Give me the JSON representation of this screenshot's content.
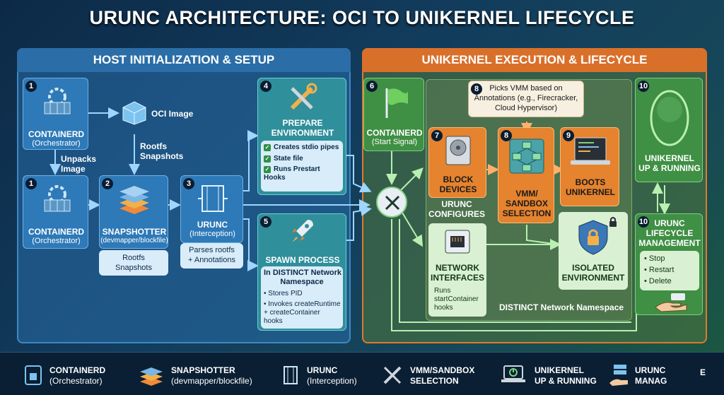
{
  "title": "URUNC ARCHITECTURE: OCI TO UNIKERNEL LIFECYCLE",
  "host_header": "HOST INITIALIZATION & SETUP",
  "unikernel_header": "UNIKERNEL EXECUTION & LIFECYCLE",
  "nodes": {
    "containerd_top": {
      "num": "1",
      "name": "CONTAINERD",
      "sub": "(Orchestrator)"
    },
    "oci_image": {
      "label": "OCI Image"
    },
    "rootfs_snapshots_label": "Rootfs\nSnapshots",
    "unpacks_image": "Unpacks\nImage",
    "containerd_bottom": {
      "num": "1",
      "name": "CONTAINERD",
      "sub": "(Orchestrator)"
    },
    "snapshotter": {
      "num": "2",
      "name": "SNAPSHOTTER",
      "sub": "(devmapper/blockfile)",
      "note": "Rootfs\nSnapshots"
    },
    "urunc": {
      "num": "3",
      "name": "URUNC",
      "sub": "(Interception)",
      "note": "Parses rootfs\n+ Annotations"
    },
    "prepare": {
      "num": "4",
      "name": "PREPARE\nENVIRONMENT",
      "items": [
        "Creates stdio pipes",
        "State file",
        "Runs Prestart\nHooks"
      ]
    },
    "spawn": {
      "num": "5",
      "name": "SPAWN PROCESS",
      "headline": "In DISTINCT Network\nNamespace",
      "items": [
        "Stores PID",
        "Invokes createRuntime\n+ createContainer\nhooks"
      ]
    },
    "containerd_start": {
      "num": "6",
      "name": "CONTAINERD",
      "sub": "(Start Signal)"
    },
    "urunc_configures": "URUNC\nCONFIGURES",
    "block_devices": {
      "num": "7",
      "name": "BLOCK\nDEVICES"
    },
    "vmm_note": "Picks VMM based on\nAnnotations (e.g., Firecracker,\nCloud Hypervisor)",
    "vmm_selection": {
      "num": "8",
      "name": "VMM/\nSANDBOX\nSELECTION"
    },
    "boots": {
      "num": "9",
      "name": "BOOTS\nUNIKERNEL"
    },
    "network_interfaces": {
      "name": "NETWORK\nINTERFACES",
      "note": "Runs\nstartContainer\nhooks"
    },
    "isolated": {
      "name": "ISOLATED\nENVIRONMENT"
    },
    "distinct_ns": "DISTINCT Network Namespace",
    "up_running": {
      "num": "10",
      "name": "UNIKERNEL\nUP & RUNNING"
    },
    "lifecycle": {
      "num": "10",
      "name": "URUNC\nLIFECYCLE\nMANAGEMENT",
      "items": [
        "Stop",
        "Restart",
        "Delete"
      ]
    }
  },
  "legend": [
    {
      "icon": "containerd-icon",
      "name": "CONTAINERD",
      "sub": "(Orchestrator)"
    },
    {
      "icon": "layers-icon",
      "name": "SNAPSHOTTER",
      "sub": "(devmapper/blockfile)"
    },
    {
      "icon": "gate-icon",
      "name": "URUNC",
      "sub": "(Interception)"
    },
    {
      "icon": "tools-icon",
      "name": "VMM/SANDBOX",
      "sub": "SELECTION"
    },
    {
      "icon": "laptop-power-icon",
      "name": "UNIKERNEL",
      "sub": "UP & RUNNING"
    },
    {
      "icon": "server-hand-icon",
      "name": "URUNC",
      "sub": "MANAG"
    }
  ],
  "legend_trailing": "E",
  "colors": {
    "host_accent": "#2b6da6",
    "unikernel_accent": "#d9702a",
    "green": "#3f8f44",
    "flow_arrow": "#9fd6ff"
  }
}
